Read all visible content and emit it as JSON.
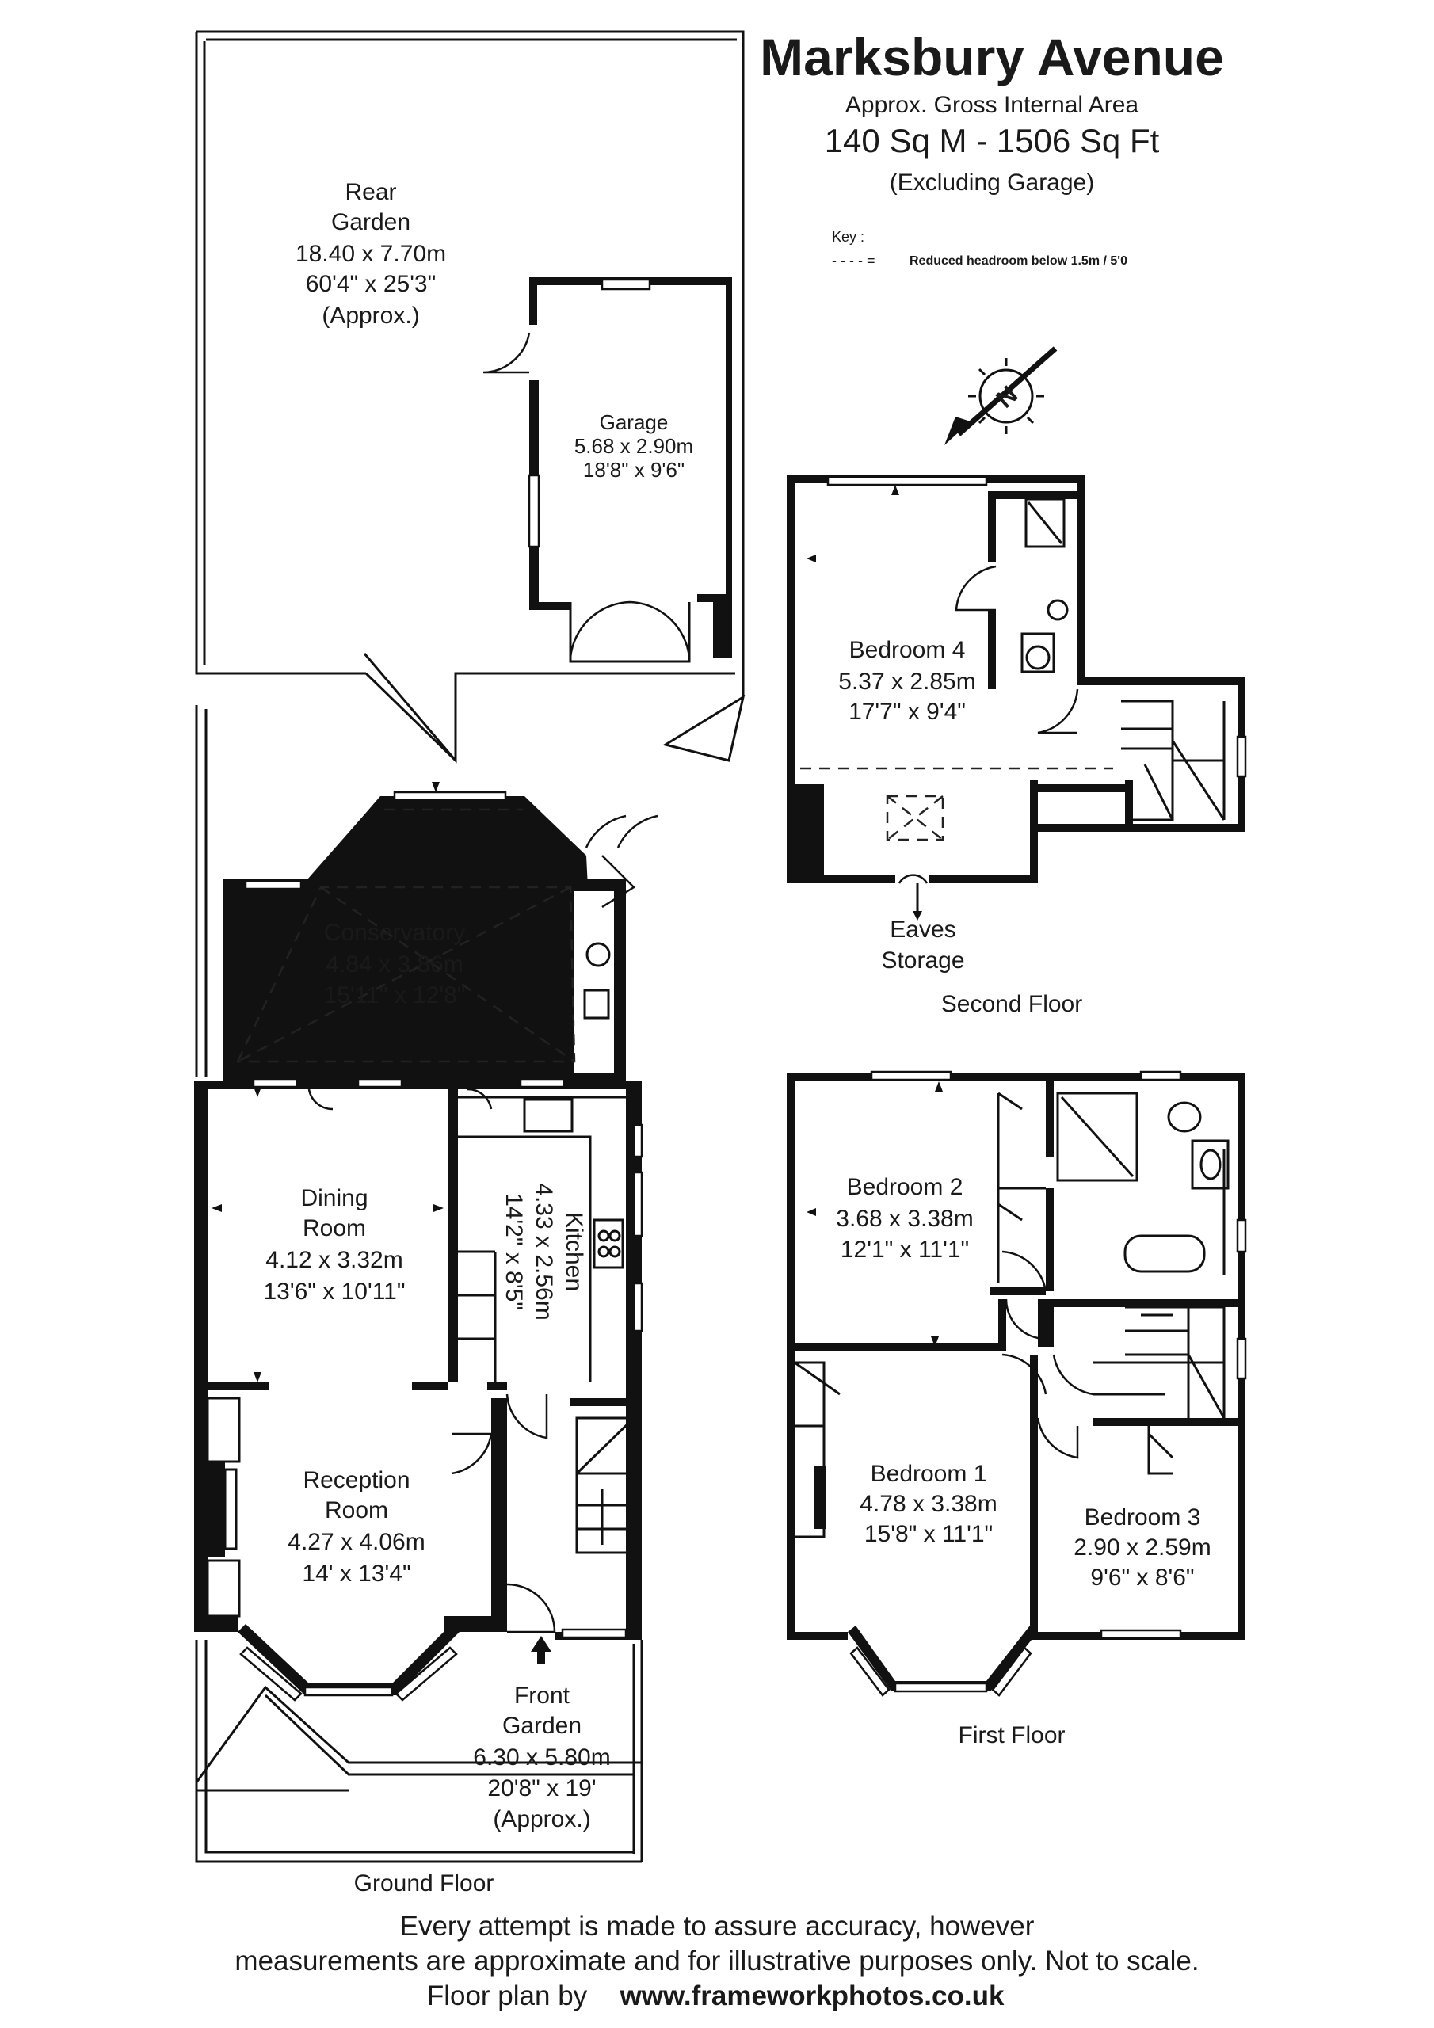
{
  "header": {
    "title": "Marksbury Avenue",
    "subtitle": "Approx. Gross Internal Area",
    "area": "140 Sq M  -  1506 Sq Ft",
    "note": "(Excluding Garage)"
  },
  "key": {
    "heading": "Key :",
    "symbol": "- - - - =",
    "description": "Reduced  headroom below 1.5m / 5'0"
  },
  "compass": {
    "letter": "N"
  },
  "rooms": {
    "rear_garden": [
      "Rear",
      "Garden",
      "18.40 x 7.70m",
      "60'4\" x 25'3\"",
      "(Approx.)"
    ],
    "garage": [
      "Garage",
      "5.68 x 2.90m",
      "18'8\" x 9'6\""
    ],
    "conservatory": [
      "Conservatory",
      "4.84 x 3.86m",
      "15'11\" x 12'8\""
    ],
    "dining": [
      "Dining",
      "Room",
      "4.12 x 3.32m",
      "13'6\" x 10'11\""
    ],
    "kitchen": [
      "Kitchen",
      "4.33 x 2.56m",
      "14'2\" x 8'5\""
    ],
    "reception": [
      "Reception",
      "Room",
      "4.27 x 4.06m",
      "14' x 13'4\""
    ],
    "front_garden": [
      "Front",
      "Garden",
      "6.30 x 5.80m",
      "20'8\" x 19'",
      "(Approx.)"
    ],
    "bedroom4": [
      "Bedroom 4",
      "5.37 x 2.85m",
      "17'7\" x 9'4\""
    ],
    "eaves": [
      "Eaves",
      "Storage"
    ],
    "bedroom2": [
      "Bedroom 2",
      "3.68 x 3.38m",
      "12'1\" x 11'1\""
    ],
    "bedroom1": [
      "Bedroom 1",
      "4.78 x 3.38m",
      "15'8\" x 11'1\""
    ],
    "bedroom3": [
      "Bedroom 3",
      "2.90 x 2.59m",
      "9'6\" x 8'6\""
    ]
  },
  "floors": {
    "ground": "Ground Floor",
    "first": "First Floor",
    "second": "Second Floor"
  },
  "footer": {
    "line1": "Every attempt is made to assure accuracy, however",
    "line2": "measurements are approximate and for illustrative purposes only. Not to scale.",
    "line3_prefix": "Floor plan by",
    "line3_url": "www.frameworkphotos.co.uk"
  }
}
